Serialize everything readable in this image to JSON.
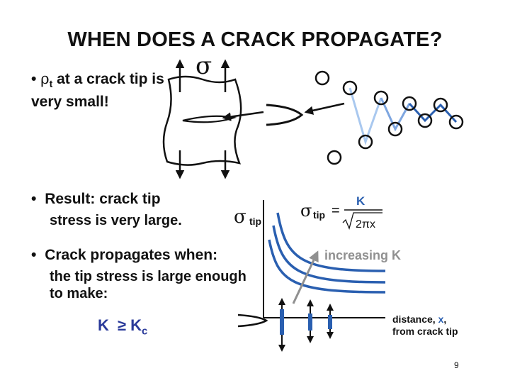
{
  "slide": {
    "title": "WHEN DOES A CRACK PROPAGATE?",
    "bullets": [
      {
        "bullet": "•",
        "symbol": "ρ",
        "symbol_sub": "t",
        "text": " at a crack tip is very small!"
      },
      {
        "bullet": "•",
        "text": "Result: crack tip",
        "continuation": "stress is very large."
      },
      {
        "bullet": "•",
        "text": "Crack propagates when:",
        "continuation": "the tip stress is large enough to make:"
      }
    ],
    "condition": {
      "k": "K",
      "op": "≥",
      "kc": "K",
      "kc_sub": "c"
    },
    "page_number": "9"
  },
  "figure": {
    "sigma_symbol": "σ",
    "plot": {
      "y_label": "tip",
      "equation": {
        "lhs": "tip",
        "equals": "=",
        "numerator": "K",
        "denominator": "2πx"
      },
      "arrow_label": "increasing K",
      "x_label": {
        "line1_a": "distance, ",
        "line1_b": "x",
        "line1_c": ",",
        "line2": "from crack tip"
      }
    }
  },
  "colors": {
    "text": "#111111",
    "accent_blue": "#2a5fb0",
    "curve_blue": "#2a5fb0",
    "light_blue": "#a9c8ef",
    "chain_mid": "#7ea6e0",
    "gray_arrow": "#909090",
    "green_x": "#2a8a2a",
    "condition_blue": "#2a3a9a"
  }
}
